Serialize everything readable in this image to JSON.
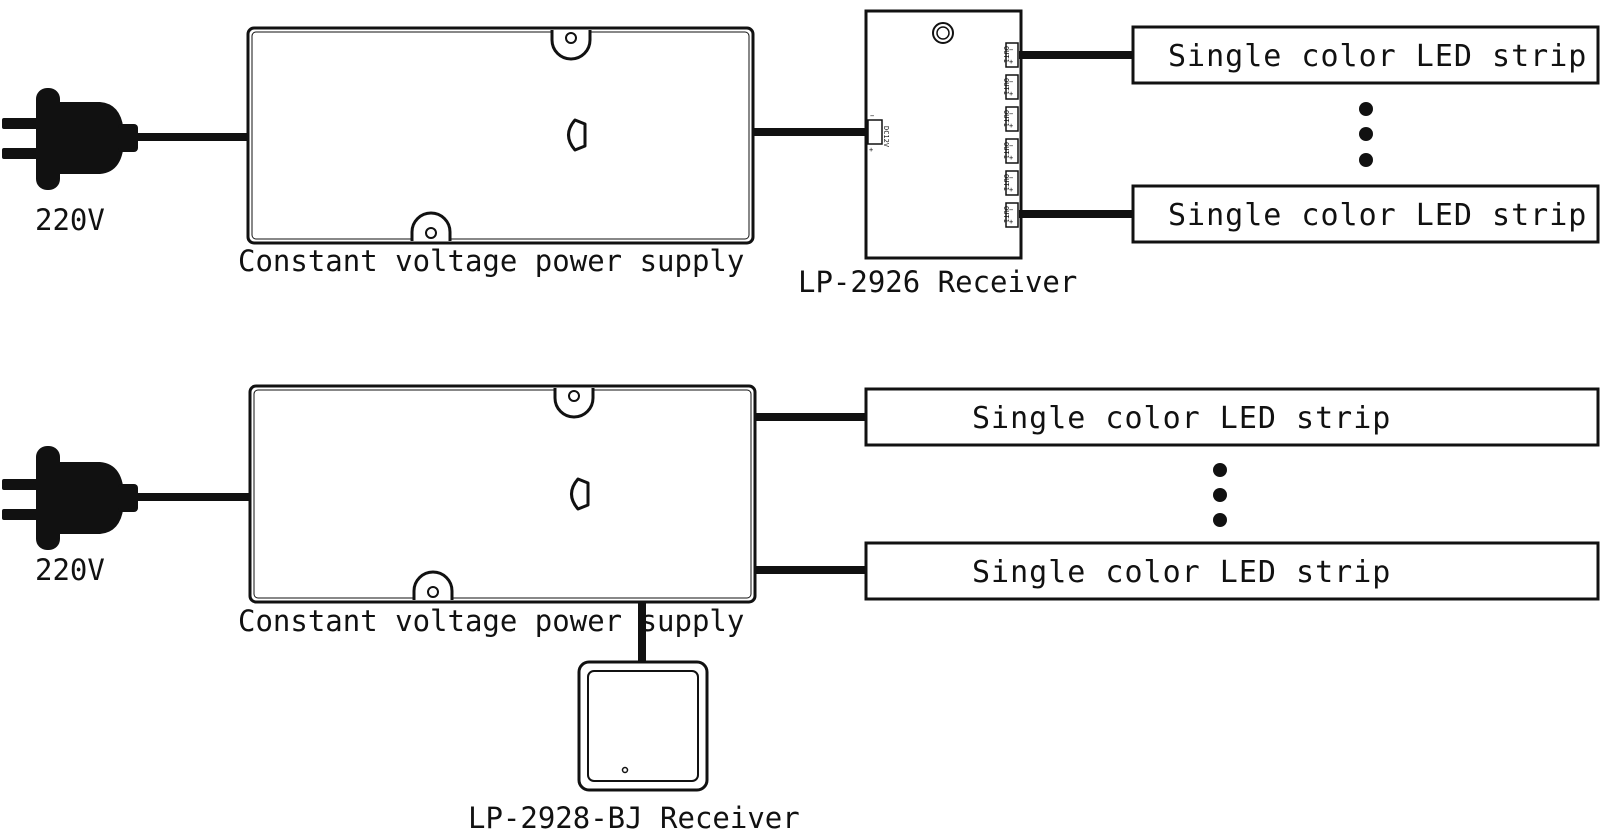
{
  "top": {
    "voltage": "220V",
    "power_supply": "Constant voltage power supply",
    "receiver": "LP-2926 Receiver",
    "receiver_input": {
      "minus": "−",
      "dc": "DC12V",
      "plus": "+"
    },
    "receiver_outputs": [
      {
        "label": "OUT1",
        "minus": "−",
        "plus": "+"
      },
      {
        "label": "OUT1",
        "minus": "−",
        "plus": "+"
      },
      {
        "label": "OUT1",
        "minus": "−",
        "plus": "+"
      },
      {
        "label": "OUT1",
        "minus": "−",
        "plus": "+"
      },
      {
        "label": "OUT1",
        "minus": "−",
        "plus": "+"
      },
      {
        "label": "OUT1",
        "minus": "−",
        "plus": "+"
      }
    ],
    "strips": [
      "Single color LED strip",
      "Single color LED strip"
    ]
  },
  "bottom": {
    "voltage": "220V",
    "power_supply": "Constant voltage power supply",
    "receiver": "LP-2928-BJ Receiver",
    "strips": [
      "Single color LED strip",
      "Single color LED strip"
    ]
  }
}
